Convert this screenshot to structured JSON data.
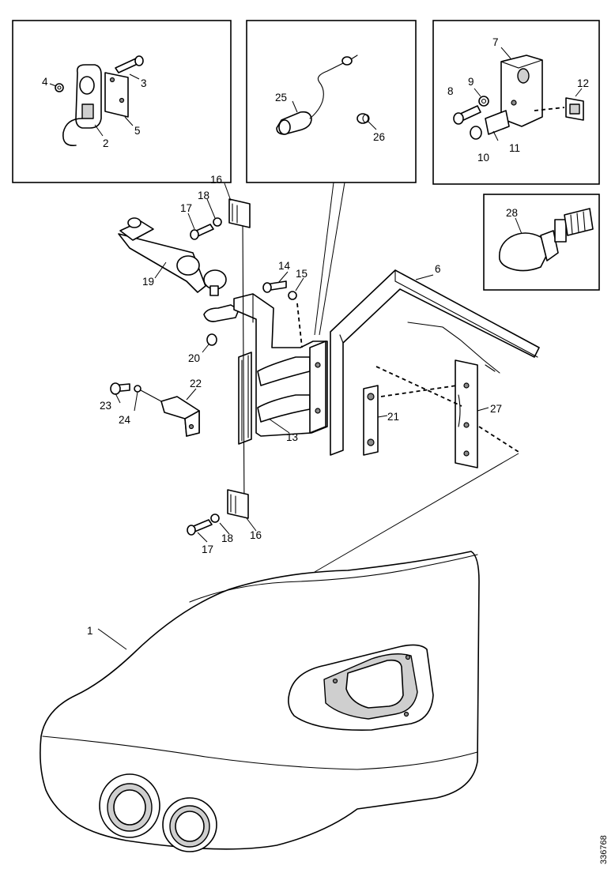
{
  "callouts": {
    "c1": "1",
    "c2": "2",
    "c3": "3",
    "c4": "4",
    "c5": "5",
    "c6": "6",
    "c7": "7",
    "c8": "8",
    "c9": "9",
    "c10": "10",
    "c11": "11",
    "c12": "12",
    "c13": "13",
    "c14": "14",
    "c15": "15",
    "c16a": "16",
    "c16b": "16",
    "c17a": "17",
    "c17b": "17",
    "c18a": "18",
    "c18b": "18",
    "c19": "19",
    "c20": "20",
    "c21": "21",
    "c22": "22",
    "c23": "23",
    "c24": "24",
    "c25": "25",
    "c26": "26",
    "c27": "27",
    "c28": "28"
  },
  "reference_number": "336768"
}
